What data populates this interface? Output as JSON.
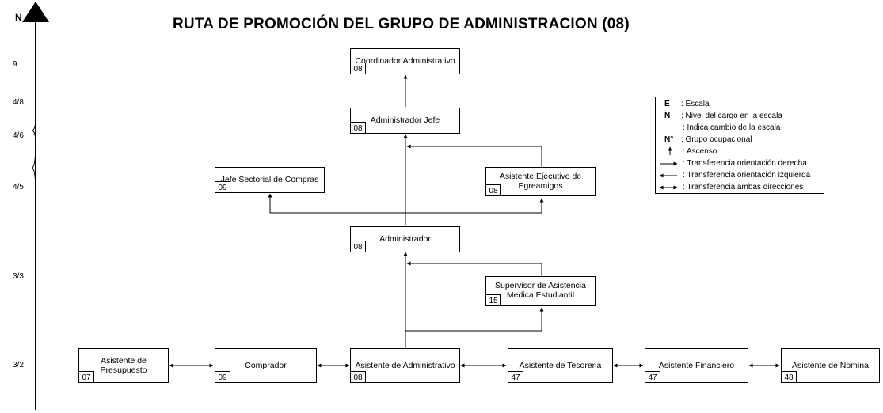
{
  "title": "RUTA DE PROMOCIÓN DEL GRUPO DE ADMINISTRACION (08)",
  "axis": {
    "label": "N",
    "levels": [
      "9",
      "4/8",
      "4/6",
      "4/5",
      "3/3",
      "3/2"
    ]
  },
  "boxes": {
    "coordinador": {
      "label": "Coordinador Administrativo",
      "code": "08"
    },
    "admin_jefe": {
      "label": "Administrador Jefe",
      "code": "08"
    },
    "jefe_compras": {
      "label": "Jefe Sectorial de Compras",
      "code": "09"
    },
    "asist_ejecutivo": {
      "label1": "Asistente Ejecutivo de",
      "label2": "Egreamigos",
      "code": "08"
    },
    "administrador": {
      "label": "Administrador",
      "code": "08"
    },
    "supervisor": {
      "label1": "Supervisor de Asistencia",
      "label2": "Medica Estudiantil",
      "code": "15"
    },
    "asist_presupuesto": {
      "label1": "Asistente de",
      "label2": "Presupuesto",
      "code": "07"
    },
    "comprador": {
      "label": "Comprador",
      "code": "09"
    },
    "asist_admin": {
      "label": "Asistente de Administrativo",
      "code": "08"
    },
    "asist_tesoreria": {
      "label": "Asistente de Tesoreria",
      "code": "47"
    },
    "asist_financiero": {
      "label": "Asistente Financiero",
      "code": "47"
    },
    "asist_nomina": {
      "label": "Asistente de Nomina",
      "code": "48"
    }
  },
  "legend": {
    "items": [
      {
        "symbol": "E",
        "text": ": Escala"
      },
      {
        "symbol": "N",
        "text": ": Nivel del cargo en la escala"
      },
      {
        "symbol": "",
        "text": ": Indica cambio de la escala"
      },
      {
        "symbol": "N°",
        "text": ": Grupo ocupacional"
      },
      {
        "symbol": "↑",
        "text": ": Ascenso"
      },
      {
        "symbol": "→",
        "text": ": Transferencia orientación derecha"
      },
      {
        "symbol": "←",
        "text": ": Transferencia orientación izquierda"
      },
      {
        "symbol": "↔",
        "text": ": Transferencia ambas direcciones"
      }
    ]
  }
}
